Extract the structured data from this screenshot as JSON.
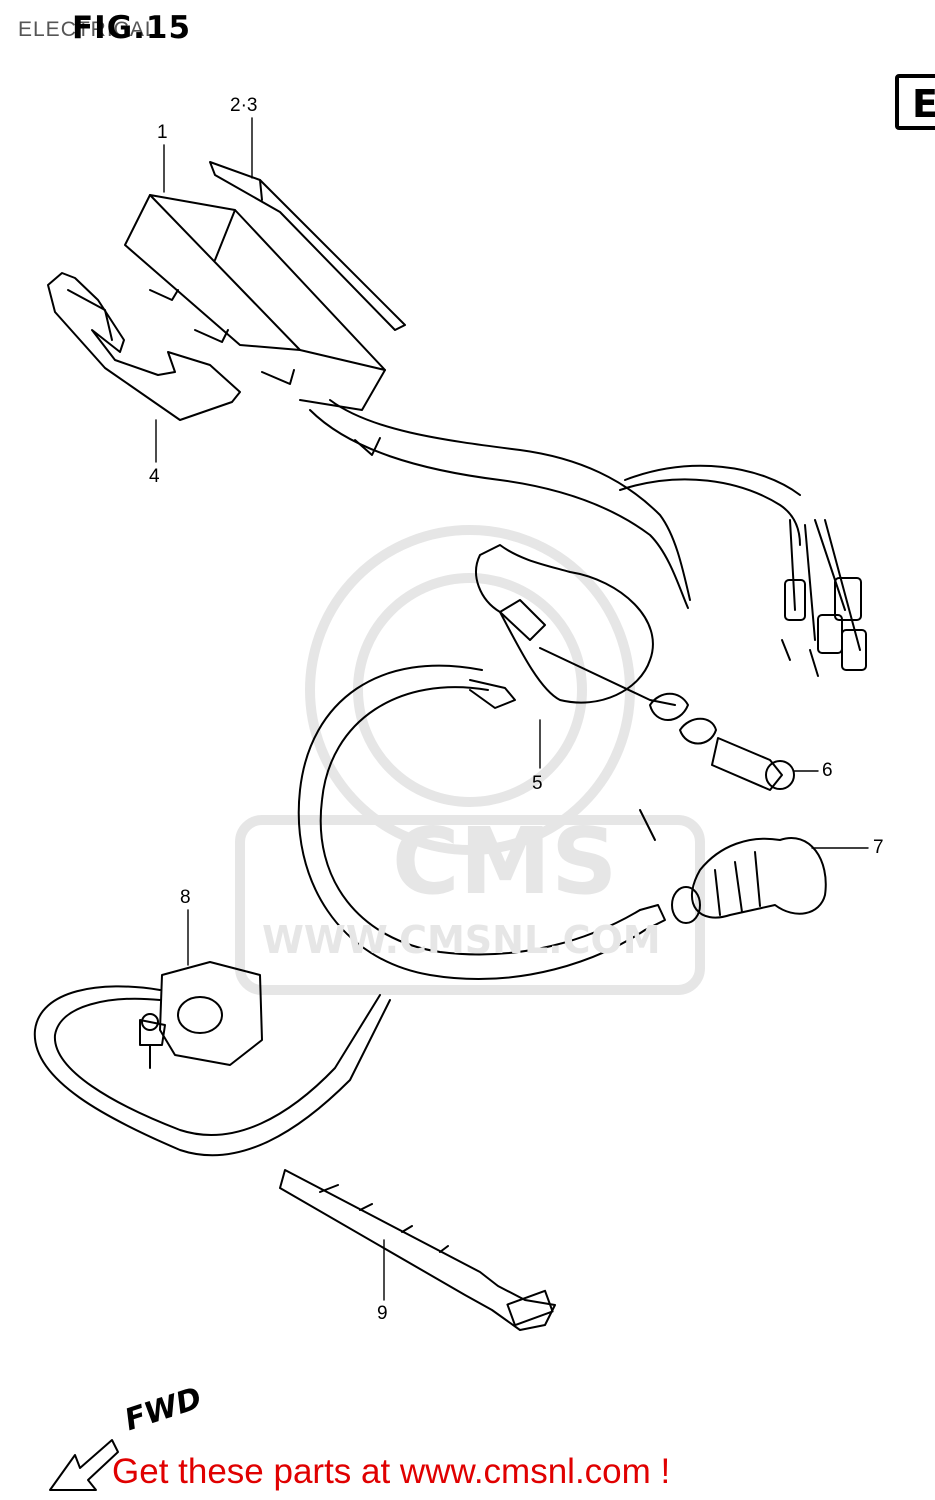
{
  "header": {
    "section": "ELECTRICAL",
    "figure": "FIG.15",
    "tab_letter": "E"
  },
  "watermark": {
    "brand": "CMS",
    "site": "WWW.CMSNL.COM"
  },
  "callouts": [
    {
      "text": "1"
    },
    {
      "text": "2·3"
    },
    {
      "text": "4"
    },
    {
      "text": "5"
    },
    {
      "text": "6"
    },
    {
      "text": "7"
    },
    {
      "text": "8"
    },
    {
      "text": "9"
    }
  ],
  "direction_label": "FWD",
  "cta": "Get these parts at www.cmsnl.com !",
  "colors": {
    "cta": "#e00000",
    "line": "#000000",
    "watermark": "#e6e6e6"
  }
}
